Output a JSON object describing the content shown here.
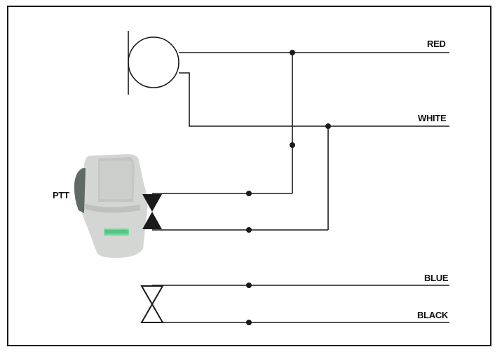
{
  "labels": {
    "red": "RED",
    "white": "WHITE",
    "blue": "BLUE",
    "black": "BLACK",
    "ptt": "PTT"
  },
  "colors": {
    "line": "#1a1a1a",
    "mic_body": "#d4d6d4",
    "mic_dark": "#5f6a66",
    "mic_accent": "#39d27a"
  }
}
